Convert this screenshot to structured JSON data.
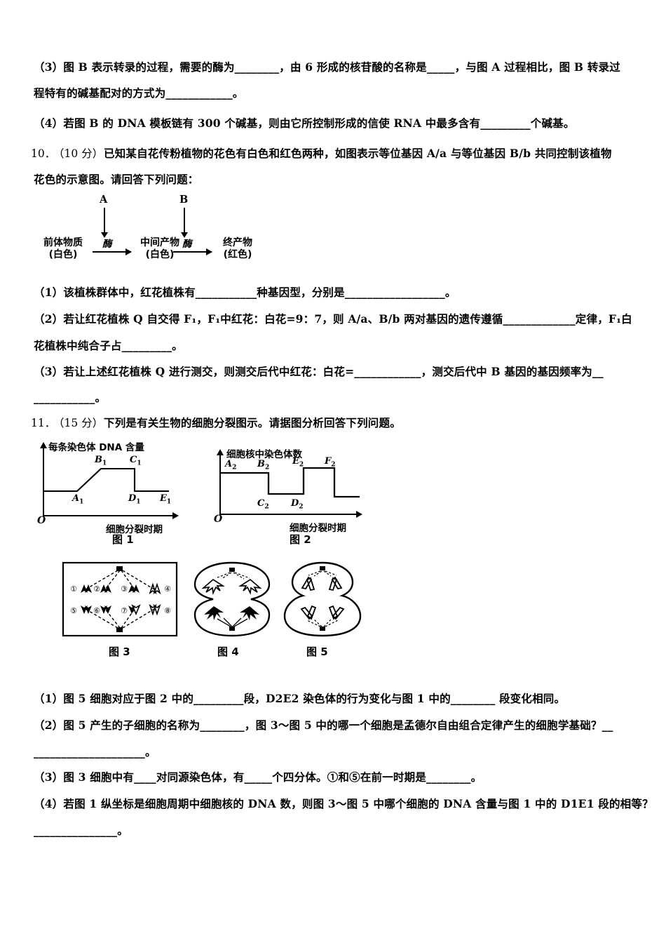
{
  "document": {
    "type": "biology-exam-paper",
    "language": "zh-CN"
  },
  "questions": [
    {
      "id": "q9-part3",
      "lines": [
        "（3）图 B 表示转录的过程，需要的酶为________，由 6 形成的核苷酸的名称是_____，与图 A 过程相比，图 B 转录过",
        "程特有的碱基配对的方式为____________。"
      ]
    },
    {
      "id": "q9-part4",
      "lines": [
        "（4）若图 B 的 DNA 模板链有 300 个碱基，则由它所控制形成的信使 RNA 中最多含有_________个碱基。"
      ]
    },
    {
      "id": "q10",
      "number": "10．",
      "score": "（10 分）",
      "stem_lines": [
        "已知某自花传粉植物的花色有白色和红色两种，如图表示等位基因 A/a 与等位基因 B/b 共同控制该植物",
        "花色的示意图。请回答下列问题："
      ],
      "subs": [
        {
          "id": "q10-1",
          "lines": [
            "（1）该植株群体中，红花植株有___________种基因型，分别是__________________。"
          ]
        },
        {
          "id": "q10-2",
          "lines": [
            "（2）若让红花植株 Q 自交得 F₁，F₁中红花：白花=9：7，则 A/a、B/b 两对基因的遗传遵循_____________定律，F₁白",
            "花植株中纯合子占_________。"
          ]
        },
        {
          "id": "q10-3",
          "lines": [
            "（3）若让上述红花植株 Q 进行测交，则测交后代中红花：白花=____________，测交后代中 B 基因的基因频率为__",
            "___________。"
          ]
        }
      ]
    },
    {
      "id": "q11",
      "number": "11．",
      "score": "（15 分）",
      "stem_lines": [
        "下列是有关生物的细胞分裂图示。请据图分析回答下列问题。"
      ],
      "subs": [
        {
          "id": "q11-1",
          "lines": [
            "（1）图 5 细胞对应于图 2 中的_________段，D2E2 染色体的行为变化与图 1 中的________ 段变化相同。"
          ]
        },
        {
          "id": "q11-2",
          "lines": [
            "（2）图 5 产生的子细胞的名称为________，图 3～图 5 中的哪一个细胞是孟德尔自由组合定律产生的细胞学基础？__",
            "____________________。"
          ]
        },
        {
          "id": "q11-3",
          "lines": [
            "（3）图 3 细胞中有____对同源染色体，有_____个四分体。①和⑤在前一时期是________。"
          ]
        },
        {
          "id": "q11-4",
          "lines": [
            "（4）若图 1 纵坐标是细胞周期中细胞核的 DNA 数，则图 3～图 5 中哪个细胞的 DNA 含量与图 1 中的 D1E1 段的相等？",
            "_______________。"
          ]
        }
      ]
    }
  ],
  "pathway_diagram": {
    "gene_a": "A",
    "gene_b": "B",
    "enzyme_1": "酶",
    "enzyme_2": "酶",
    "node1_name": "前体物质",
    "node1_color": "(白色)",
    "node2_name": "中间产物",
    "node2_color": "(白色)",
    "node3_name": "终产物",
    "node3_color": "(红色)"
  },
  "chart_data": [
    {
      "type": "line",
      "figure_label": "图 1",
      "title": "",
      "ylabel": "每条染色体 DNA 含量",
      "xlabel": "细胞分裂时期",
      "origin_label": "O",
      "grid": false,
      "legend": "none",
      "ylim": [
        0,
        2.6
      ],
      "xlim": [
        0,
        10
      ],
      "annotations": [
        "A₁",
        "B₁",
        "C₁",
        "D₁",
        "E₁"
      ],
      "point_labels": [
        {
          "name": "A1",
          "display": "A",
          "sub": "1",
          "x": 2.3,
          "y": 1.0
        },
        {
          "name": "B1",
          "display": "B",
          "sub": "1",
          "x": 4.4,
          "y": 2.0
        },
        {
          "name": "C1",
          "display": "C",
          "sub": "1",
          "x": 6.6,
          "y": 2.0
        },
        {
          "name": "D1",
          "display": "D",
          "sub": "1",
          "x": 6.7,
          "y": 1.0
        },
        {
          "name": "E1",
          "display": "E",
          "sub": "1",
          "x": 9.0,
          "y": 1.0
        }
      ],
      "x": [
        0.0,
        2.3,
        4.4,
        6.6,
        6.7,
        9.3
      ],
      "values": [
        1.0,
        1.0,
        2.0,
        2.0,
        1.0,
        1.0
      ]
    },
    {
      "type": "line",
      "figure_label": "图 2",
      "title": "",
      "ylabel": "细胞核中染色体数",
      "xlabel": "细胞分裂时期",
      "origin_label": "O",
      "grid": false,
      "legend": "none",
      "ylim": [
        0,
        2.6
      ],
      "xlim": [
        0,
        10
      ],
      "annotations": [
        "A₂",
        "B₂",
        "C₂",
        "D₂",
        "E₂",
        "F₂"
      ],
      "point_labels": [
        {
          "name": "A2",
          "display": "A",
          "sub": "2",
          "x": 0.6,
          "y": 1.6
        },
        {
          "name": "B2",
          "display": "B",
          "sub": "2",
          "x": 3.6,
          "y": 1.6
        },
        {
          "name": "C2",
          "display": "C",
          "sub": "2",
          "x": 3.9,
          "y": 0.35
        },
        {
          "name": "D2",
          "display": "D",
          "sub": "2",
          "x": 6.0,
          "y": 0.35
        },
        {
          "name": "E2",
          "display": "E",
          "sub": "2",
          "x": 6.3,
          "y": 1.9
        },
        {
          "name": "F2",
          "display": "F",
          "sub": "2",
          "x": 8.2,
          "y": 1.9
        }
      ],
      "x": [
        0.0,
        3.6,
        3.6,
        6.1,
        6.1,
        8.3,
        8.3,
        10.0
      ],
      "values": [
        1.6,
        1.6,
        0.9,
        0.9,
        1.75,
        1.75,
        0.75,
        0.75
      ]
    }
  ],
  "cell_figures": [
    {
      "id": "fig3",
      "caption": "图 3",
      "description": "矩形细胞，8 条染色体排布成两行，纺锤丝（虚线）由上下两极发出",
      "chromosome_numbers": [
        "①",
        "②",
        "③",
        "④",
        "⑤",
        "⑥",
        "⑦",
        "⑧"
      ]
    },
    {
      "id": "fig4",
      "caption": "图 4",
      "description": "细胞分裂后期图示，两极各有染色体，细胞中部缢缩"
    },
    {
      "id": "fig5",
      "caption": "图 5",
      "description": "细胞分裂后期图示，两极各有染色体，细胞缢缩成两部分"
    }
  ]
}
